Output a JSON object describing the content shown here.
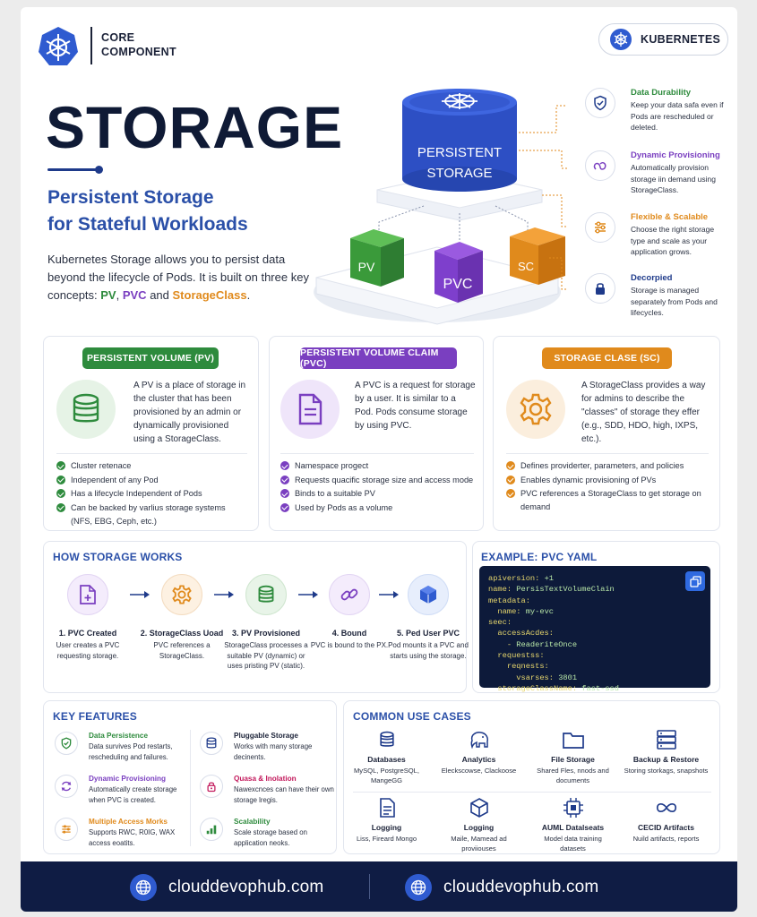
{
  "header": {
    "core_line1": "CORE",
    "core_line2": "COMPONENT",
    "badge_label": "KUBERNETES",
    "title": "STORAGE",
    "subtitle_line1": "Persistent Storage",
    "subtitle_line2": "for Stateful Workloads",
    "intro_text": "Kubernetes Storage allows you to persist data beyond the lifecycle of Pods. It is built on three key concepts: ",
    "intro_pv": "PV",
    "intro_sep1": ", ",
    "intro_pvc": "PVC",
    "intro_and": " and ",
    "intro_sc": "StorageClass",
    "intro_end": "."
  },
  "hero": {
    "cylinder_line1": "PERSISTENT",
    "cylinder_line2": "STORAGE",
    "cube_pv": "PV",
    "cube_pvc": "PVC",
    "cube_sc": "SC"
  },
  "side_features": [
    {
      "title": "Data Durability",
      "desc": "Keep your data safa even if Pods are rescheduled or deleted.",
      "color": "#2e8b3d",
      "icon": "shield-check-icon"
    },
    {
      "title": "Dynamic Provisioning",
      "desc": "Automatically provision storage iin demand using StorageClass.",
      "color": "#7a3fc0",
      "icon": "infinity-icon"
    },
    {
      "title": "Flexible & Scalable",
      "desc": "Choose the right storage type and scale as your application grows.",
      "color": "#e08a1c",
      "icon": "sliders-icon"
    },
    {
      "title": "Decorpied",
      "desc": "Storage is managed separately from Pods and lifecycles.",
      "color": "#1e3a8a",
      "icon": "lock-icon"
    }
  ],
  "cards": {
    "pv": {
      "label": "PERSISTENT VOLUME (PV)",
      "desc": "A PV is a place of storage in the cluster that has been provisioned by an admin or dynamically provisioned using a StorageClass.",
      "items": [
        "Cluster retenace",
        "Independent of any Pod",
        "Has a lifecycle Independent of Pods",
        "Can be backed by varlius storage systems (NFS, EBG, Ceph, etc.)"
      ],
      "color": "#2e8b3d"
    },
    "pvc": {
      "label": "PERSISTENT VOLUME CLAIM (PVC)",
      "desc": "A PVC is a request for storage by a user. It is similar to a Pod. Pods consume storage by using PVC.",
      "items": [
        "Namespace progect",
        "Requests quacific storage size and access mode",
        "Binds to a suitable PV",
        "Used by Pods as a volume"
      ],
      "color": "#7a3fc0"
    },
    "sc": {
      "label": "STORAGE CLASE (SC)",
      "desc": "A StorageClass provides a way for admins to describe the \"classes\" of storage they effer (e.g., SDD, HDO, high, IXPS, etc.).",
      "items": [
        "Defines providerter, parameters, and policies",
        "Enables dynamic provisioning of PVs",
        "PVC references a StorageClass to get storage on demand"
      ],
      "color": "#e08a1c"
    }
  },
  "how": {
    "title": "HOW STORAGE WORKS",
    "steps": [
      {
        "title": "1. PVC Created",
        "desc": "User creates a PVC requesting storage.",
        "icon": "file-plus-icon"
      },
      {
        "title": "2. StorageClass Uoad",
        "desc": "PVC references a StorageClass.",
        "icon": "gear-icon"
      },
      {
        "title": "3. PV Provisioned",
        "desc": "StorageClass processes a suitable PV (dynamic) or uses pristing PV (static).",
        "icon": "database-icon"
      },
      {
        "title": "4. Bound",
        "desc": "PVC is bound to the PX.",
        "icon": "link-icon"
      },
      {
        "title": "5. Ped User PVC",
        "desc": "Pod mounts it a PVC and starts using the storage.",
        "icon": "cube-icon"
      }
    ]
  },
  "yaml": {
    "title": "EXAMPLE: PVC YAML",
    "lines": [
      {
        "k": "apiversion: ",
        "v": "+1"
      },
      {
        "k": "name: ",
        "v": "PersisTextVolumeClain"
      },
      {
        "k": "metadata:",
        "v": ""
      },
      {
        "k": "  name: ",
        "v": "my-evc"
      },
      {
        "k": "seec:",
        "v": ""
      },
      {
        "k": "  accessAcdes:",
        "v": ""
      },
      {
        "k": "    - ",
        "v": "ReaderiteOnce"
      },
      {
        "k": "  requestss:",
        "v": ""
      },
      {
        "k": "    reqnests:",
        "v": ""
      },
      {
        "k": "      vsarses: ",
        "v": "3801"
      },
      {
        "k": "  storageClassName: ",
        "v": "fast-ssd"
      }
    ]
  },
  "key_features": {
    "title": "KEY FEATURES",
    "items": [
      {
        "title": "Data Persistence",
        "desc": "Data survives Pod restarts, rescheduling and failures.",
        "color": "#2e8b3d",
        "icon": "shield-check-icon"
      },
      {
        "title": "Pluggable Storage",
        "desc": "Works with many storage decinents.",
        "color": "#1b2238",
        "icon": "database-icon"
      },
      {
        "title": "Dynamic Provisioning",
        "desc": "Automatically create storage when PVC is created.",
        "color": "#7a3fc0",
        "icon": "refresh-icon"
      },
      {
        "title": "Quasa & Inolation",
        "desc": "Nawexcnces can have their own storage lregis.",
        "color": "#c2185b",
        "icon": "lock-icon"
      },
      {
        "title": "Multiple Access Morks",
        "desc": "Supports RWC, R0IG, WAX access eoatits.",
        "color": "#e08a1c",
        "icon": "sliders-icon"
      },
      {
        "title": "Scalability",
        "desc": "Scale storage based on application neoks.",
        "color": "#2e8b3d",
        "icon": "bar-chart-icon"
      }
    ]
  },
  "use_cases": {
    "title": "COMMON USE CASES",
    "items": [
      {
        "title": "Databases",
        "desc": "MySQL, PostgreSQL, MangeGG",
        "icon": "database-icon"
      },
      {
        "title": "Analytics",
        "desc": "Eleckscowse, Clackoose",
        "icon": "elephant-icon"
      },
      {
        "title": "File Storage",
        "desc": "Shared Fles, nnods and documents",
        "icon": "folder-icon"
      },
      {
        "title": "Backup & Restore",
        "desc": "Storing storkags, snapshots",
        "icon": "server-icon"
      },
      {
        "title": "Logging",
        "desc": "Liss, Fireard Mongo",
        "icon": "document-icon"
      },
      {
        "title": "Logging",
        "desc": "Maile, Mamead ad proviiouses",
        "icon": "box-icon"
      },
      {
        "title": "AUML Datalseats",
        "desc": "Model data training datasets",
        "icon": "chip-icon"
      },
      {
        "title": "CECID Artifacts",
        "desc": "Nuild artifacts, reports",
        "icon": "infinity-icon"
      }
    ]
  },
  "footer": {
    "url_left": "clouddevophub.com",
    "url_right": "clouddevophub.com"
  }
}
